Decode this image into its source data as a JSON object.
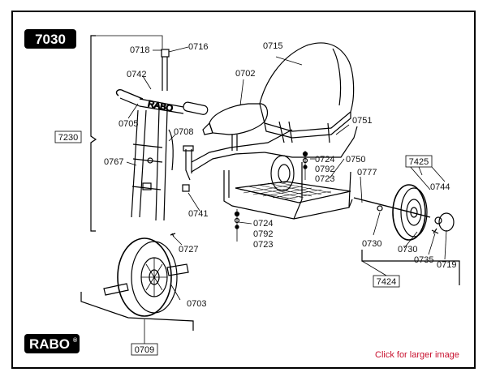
{
  "model_number": "7030",
  "brand": "RABO",
  "brand_mark": "®",
  "caption_link": "Click for larger image",
  "colors": {
    "caption": "#c8102e",
    "ink": "#111111",
    "frame": "#000000"
  },
  "part_labels": {
    "p0718": "0718",
    "p0716": "0716",
    "p0715": "0715",
    "p0742": "0742",
    "p0702": "0702",
    "p0705": "0705",
    "p0708": "0708",
    "p0751": "0751",
    "p0767": "0767",
    "p0724a": "0724",
    "p0792a": "0792",
    "p0723a": "0723",
    "p0750": "0750",
    "p0777": "0777",
    "p0744": "0744",
    "p0741": "0741",
    "p0724b": "0724",
    "p0792b": "0792",
    "p0723b": "0723",
    "p0727": "0727",
    "p0730a": "0730",
    "p0730b": "0730",
    "p0735": "0735",
    "p0719": "0719",
    "p0703": "0703"
  },
  "group_labels": {
    "g7230": "7230",
    "g7425": "7425",
    "g7424": "7424",
    "g0709": "0709"
  }
}
